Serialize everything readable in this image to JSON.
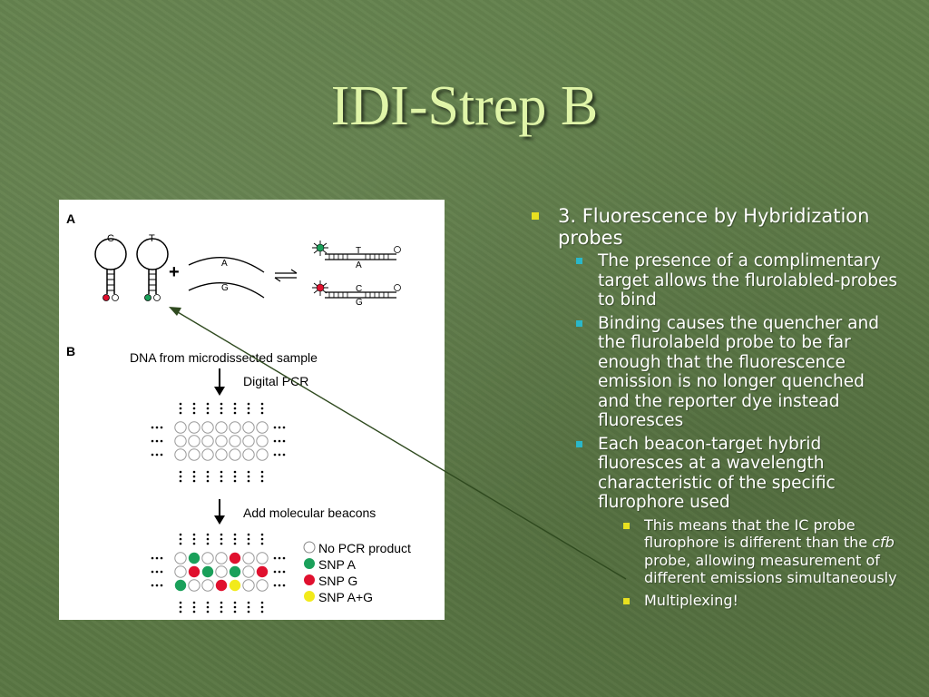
{
  "slide": {
    "title": "IDI-Strep B"
  },
  "figure": {
    "panel_a": "A",
    "panel_b": "B",
    "hairpin1_letter": "C",
    "hairpin2_letter": "T",
    "plus": "+",
    "strand_a": "A",
    "strand_g": "G",
    "duplex1_top": "T",
    "duplex1_bottom": "A",
    "duplex2_top": "C",
    "duplex2_bottom": "G",
    "step1": "DNA from microdissected sample",
    "step2": "Digital PCR",
    "step3": "Add molecular beacons",
    "legend": {
      "no_pcr": "No PCR  product",
      "snp_a": "SNP A",
      "snp_g": "SNP G",
      "snp_ag": "SNP A+G"
    },
    "grid_rows": [
      [
        "n",
        "g",
        "n",
        "n",
        "r",
        "n",
        "n"
      ],
      [
        "n",
        "r",
        "g",
        "n",
        "g",
        "n",
        "r"
      ],
      [
        "g",
        "n",
        "n",
        "r",
        "y",
        "n",
        "n"
      ]
    ],
    "colors": {
      "green": "#1aa05a",
      "red": "#e0102e",
      "yellow": "#f2ea1a",
      "empty": "#ffffff"
    }
  },
  "bullets": {
    "main": "3. Fluorescence by Hybridization probes",
    "sub1": "The presence of a complimentary target allows the flurolabled-probes to bind",
    "sub2": "Binding causes the quencher and the flurolabeld probe to be far enough that the fluorescence emission is no longer quenched and the reporter dye instead fluoresces",
    "sub3": "Each beacon-target hybrid fluoresces at a wavelength characteristic of the specific flurophore used",
    "subsub1_pre": "This means that the IC probe flurophore is different than the ",
    "subsub1_em": "cfb",
    "subsub1_post": " probe, allowing measurement of different emissions simultaneously",
    "subsub2": "Multiplexing!"
  }
}
